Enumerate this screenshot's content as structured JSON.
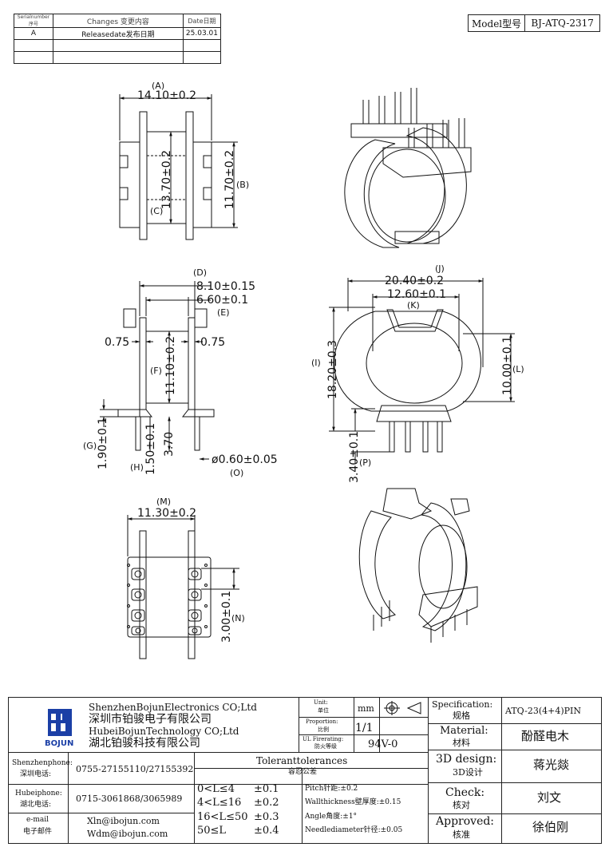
{
  "revision_table": {
    "headers": {
      "serial": "Serialnumber序号",
      "changes": "Changes 变更内容",
      "date": "Date日期"
    },
    "rows": [
      {
        "serial": "A",
        "changes": "Releasedate发布日期",
        "date": "25.03.01"
      },
      {
        "serial": "",
        "changes": "",
        "date": ""
      },
      {
        "serial": "",
        "changes": "",
        "date": ""
      }
    ]
  },
  "model": {
    "label": "Model型号",
    "value": "BJ-ATQ-2317"
  },
  "dimensions": {
    "A": {
      "tag": "(A)",
      "value": "14.10±0.2"
    },
    "B": {
      "tag": "(B)",
      "value": "11.70±0.2"
    },
    "C": {
      "tag": "(C)",
      "value": "13.70±0.2"
    },
    "D": {
      "tag": "(D)",
      "value": "8.10±0.15"
    },
    "E": {
      "tag": "(E)",
      "value": "6.60±0.1"
    },
    "F": {
      "tag": "(F)",
      "value": "11.10±0.2"
    },
    "G": {
      "tag": "(G)",
      "value": "1.90±0.1"
    },
    "H": {
      "tag": "(H)",
      "value": "1.50±0.1"
    },
    "H2": {
      "value": "3.70"
    },
    "side_left": {
      "value": "0.75"
    },
    "side_right": {
      "value": "0.75"
    },
    "O": {
      "tag": "(O)",
      "value": "ø0.60±0.05"
    },
    "J": {
      "tag": "(J)",
      "value": "20.40±0.2"
    },
    "K": {
      "tag": "(K)",
      "value": "12.60±0.1"
    },
    "I": {
      "tag": "(I)",
      "value": "18.20±0.3"
    },
    "L": {
      "tag": "(L)",
      "value": "10.00±0.1"
    },
    "P": {
      "tag": "(P)",
      "value": "3.40±0.1"
    },
    "M": {
      "tag": "(M)",
      "value": "11.30±0.2"
    },
    "N": {
      "tag": "(N)",
      "value": "3.00±0.1"
    }
  },
  "title_block": {
    "company": {
      "sz_en": "ShenzhenBojunElectronics CO;Ltd",
      "sz_cn": "深圳市铂骏电子有限公司",
      "hb_en": "HubeiBojunTechnology CO;Ltd",
      "hb_cn": "湖北铂骏科技有限公司",
      "logo_text": "BOJUN"
    },
    "unit": {
      "label_en": "Unit:",
      "label_cn": "单位",
      "value": "mm"
    },
    "proportion": {
      "label_en": "Proportion:",
      "label_cn": "比例",
      "value": "1/1"
    },
    "fire": {
      "label_en": "UL Firerating:",
      "label_cn": "防火等级",
      "value": "94V-0"
    },
    "specification": {
      "label_en": "Specification:",
      "label_cn": "规格",
      "value": "ATQ-23(4+4)PIN"
    },
    "material": {
      "label_en": "Material:",
      "label_cn": "材料",
      "value": "酚醛电木"
    },
    "design": {
      "label_en": "3D design:",
      "label_cn": "3D设计",
      "value": "蒋光燚"
    },
    "check": {
      "label_en": "Check:",
      "label_cn": "核对",
      "value": "刘文"
    },
    "approved": {
      "label_en": "Approved:",
      "label_cn": "核准",
      "value": "徐伯刚"
    },
    "contacts": {
      "sz_label_en": "Shenzhenphone:",
      "sz_label_cn": "深圳电话:",
      "sz_value": "0755-27155110/27155392",
      "hb_label_en": "Hubeiphone:",
      "hb_label_cn": "湖北电话:",
      "hb_value": "0715-3061868/3065989",
      "mail_label_en": "e-mail",
      "mail_label_cn": "电子邮件",
      "mail_1": "Xln@ibojun.com",
      "mail_2": "Wdm@ibojun.com"
    },
    "tolerances": {
      "title_en": "Toleranttolerances",
      "title_cn": "容忍公差",
      "rows": [
        {
          "range": "0<L≤4",
          "tol": "±0.1"
        },
        {
          "range": "4<L≤16",
          "tol": "±0.2"
        },
        {
          "range": "16<L≤50",
          "tol": "±0.3"
        },
        {
          "range": "50≤L",
          "tol": "±0.4"
        }
      ],
      "notes": [
        "Pitch针距:±0.2",
        "Wallthickness壁厚度:±0.15",
        "Angle角度:±1°",
        "Needlediameter针径:±0.05"
      ]
    }
  }
}
